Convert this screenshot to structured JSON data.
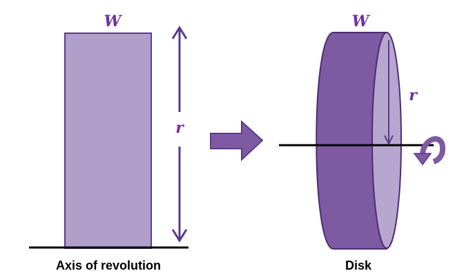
{
  "labels": {
    "rect_width": "W",
    "rect_radius": "r",
    "axis_caption": "Axis of revolution",
    "disk_width": "W",
    "disk_radius": "r",
    "disk_caption": "Disk"
  },
  "colors": {
    "rect_fill": "#b09fc8",
    "outline": "#5b3a8c",
    "disk_face": "#7e5aa3",
    "disk_side": "#b7a7cf",
    "arrow_fill": "#7e5aa3",
    "label": "#7030a0",
    "axis_line": "#000000"
  }
}
